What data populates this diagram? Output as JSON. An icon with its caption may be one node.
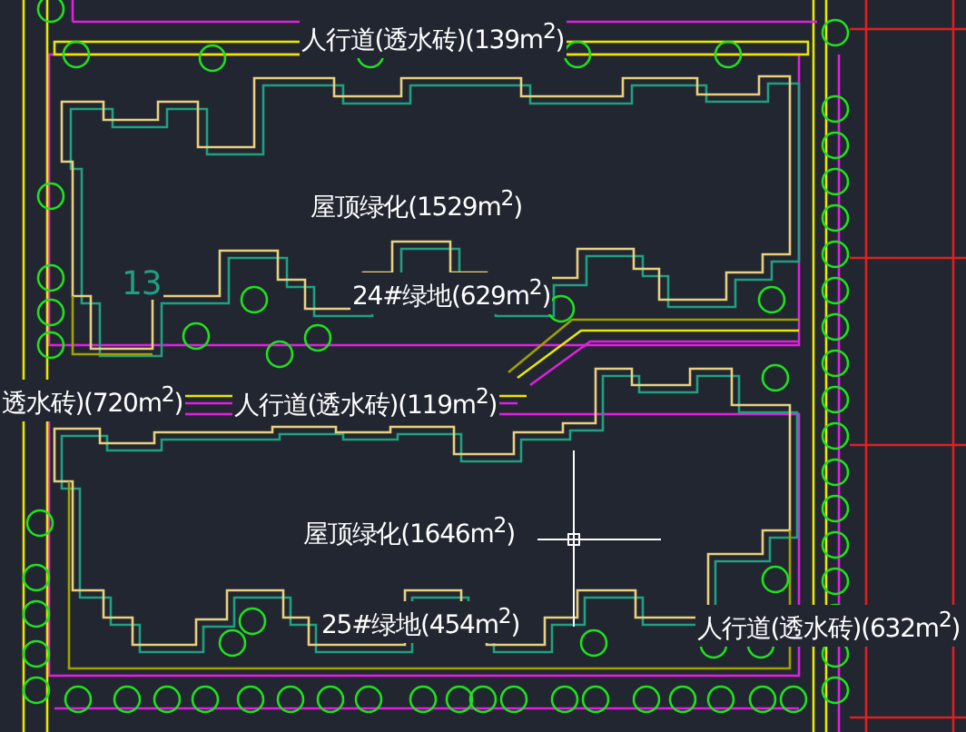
{
  "diagram": {
    "labels": [
      "人行道(透水砖)(139m$^{2}$)",
      "屋顶绿化(1529m$^{2}$)",
      "13",
      "24#绿地(629m$^{2}$)",
      "透水砖)(720m$^{2}$)",
      "人行道(透水砖)(119m$^{2}$)",
      "屋顶绿化(1646m$^{2}$)",
      "25#绿地(454m$^{2}$)",
      "人行道(透水砖)(632m$^{2}$)"
    ]
  }
}
